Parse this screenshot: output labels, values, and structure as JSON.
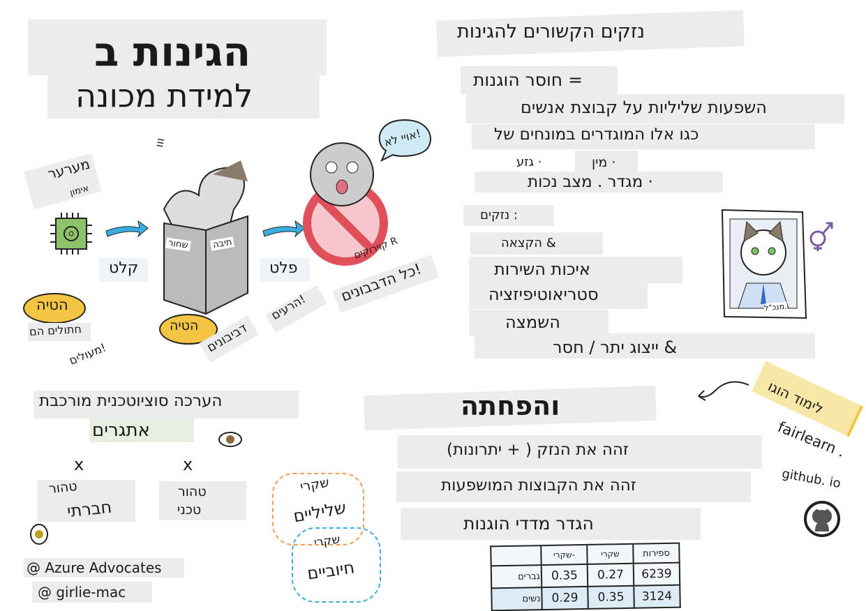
{
  "title": {
    "line1": "ב תוניגה",
    "line2": "הנוכמ תדימל"
  },
  "pipeline": {
    "input_label": "רערעמ",
    "input_sub": "ןומיא",
    "arrow_in": "טלק",
    "arrow_out": "טלפ",
    "box_left": "רוחש",
    "box_right": "הבית",
    "speech": "אל ייוא!",
    "marks": "ııı",
    "bias1": "היטה",
    "bias1_note1": "םה םילותח",
    "bias1_note2": "םילועמ!",
    "bias2": "היטה",
    "bias2_note1": "םינוביבד",
    "bias2_note2": "םיערה!",
    "stamp_label": "םיקוריוק R",
    "stamp_note": "םינובבדה לכ!"
  },
  "harms": {
    "heading": "תוניגהל םירושקה םיקזנ",
    "def_title": "תונגוה רסוח =",
    "def_line1": "םישנא תצובק לע תוילילש תועפשה",
    "def_line2": "לש םיחנומב םירדגומה ולא וגכ",
    "attr_race": "עזג ·",
    "attr_gender": "ןימ ·",
    "attr_other": "תוכנ בצמ . רדגמ ·",
    "list_title": "םיקזנ :",
    "items": [
      "האצקה &",
      "תורישה תוכיא",
      "היצזיפיטואירטס",
      "הצמשה",
      "רסח / רתי גוציי &"
    ],
    "portrait_label": "ל\"כנמ."
  },
  "assessment": {
    "heading1": "תבכרומ תינכטויצוס הכרעה",
    "heading2": "םירגתא",
    "x_left": "x",
    "x_right": "x",
    "social_l1": "רוהט",
    "social_l2": "יתרבח",
    "tech_l1": "רוהט",
    "tech_l2": "ינכט"
  },
  "credits": {
    "line1": "@ Azure Advocates",
    "line2": "@ girlie-mac"
  },
  "mitigation": {
    "heading": "התחפהו",
    "steps": [
      "(תונורתי + ) קזנה תא ההז",
      "תועפשומה תוצובקה תא ההז",
      "תונגוה ידדמ רדגה"
    ],
    "neg_l1": "ירקש",
    "neg_l2": "םיילילש",
    "pos_l1": "ירקש",
    "pos_l2": "םייבויח"
  },
  "table": {
    "headers": [
      "",
      "ירקש-",
      "ירקש",
      "תוריפס"
    ],
    "rows": [
      {
        "label": "םירבג",
        "values": [
          "0.35",
          "0.27",
          "6239"
        ]
      },
      {
        "label": "םישנ",
        "values": [
          "0.29",
          "0.35",
          "3124"
        ]
      }
    ]
  },
  "learn": {
    "label": "וגוה דומיל",
    "link1": "fairlearn .",
    "link2": "github. io"
  },
  "colors": {
    "box": "#ececec",
    "yellow": "#f4c542",
    "blue": "#3aaee0",
    "red": "#e0505a",
    "green": "#8cc26a"
  }
}
